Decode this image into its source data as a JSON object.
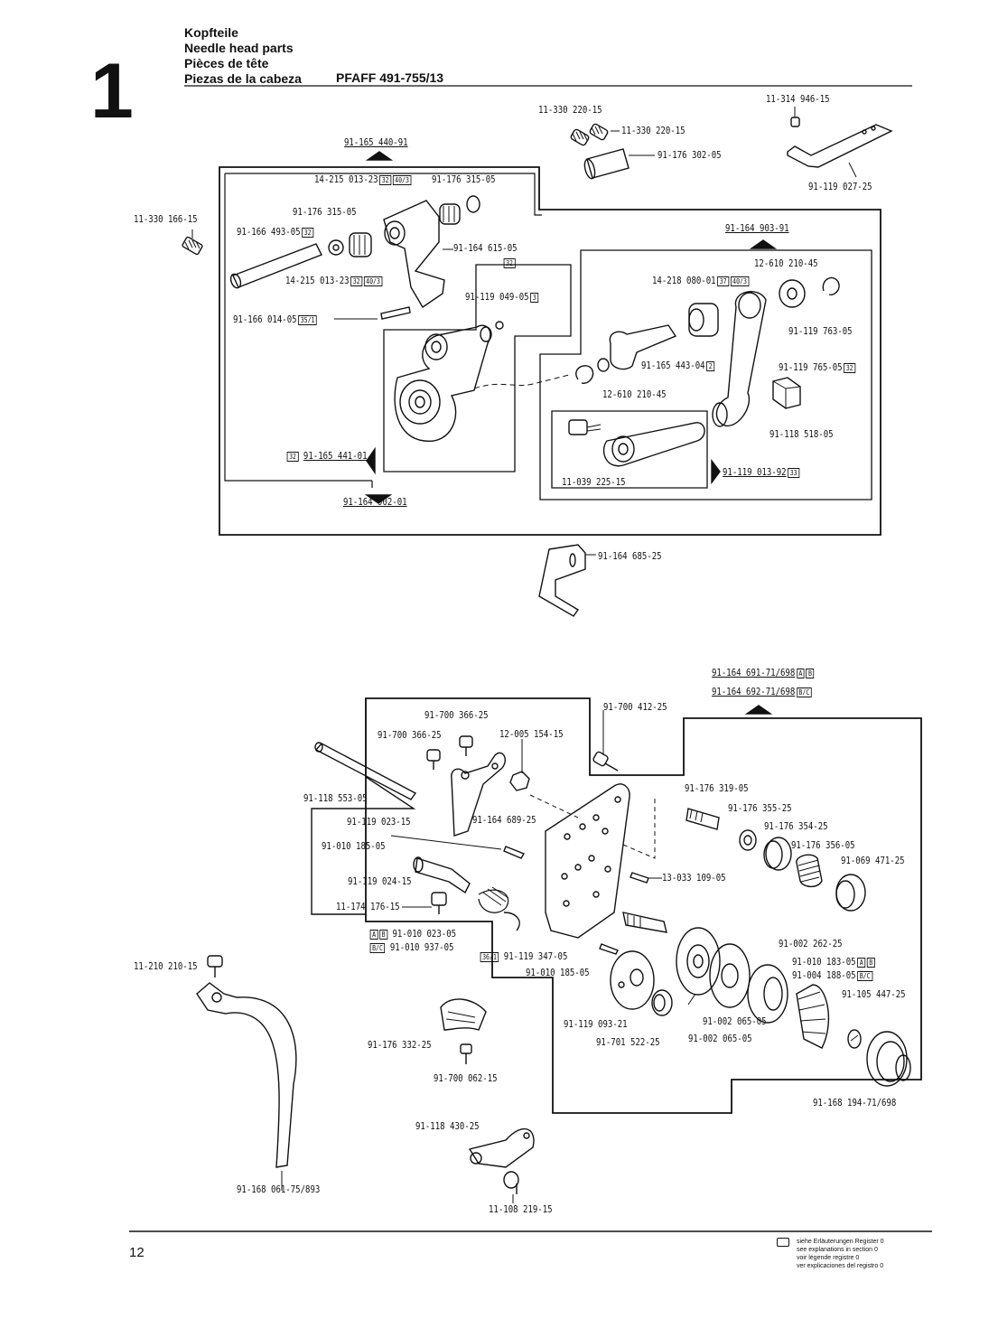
{
  "header": {
    "section_number": "1",
    "title_de": "Kopfteile",
    "title_en": "Needle head parts",
    "title_fr": "Pièces de tête",
    "title_es": "Piezas de la cabeza",
    "model": "PFAFF 491-755/13"
  },
  "top_assembly": {
    "labels": {
      "p_11_330_220_15_a": "11-330 220-15",
      "p_11_330_220_15_b": "11-330 220-15",
      "p_91_176_302_05": "91-176 302-05",
      "p_11_314_946_15": "11-314 946-15",
      "p_91_119_027_25": "91-119 027-25",
      "p_91_165_440_91": "91-165 440-91",
      "p_14_215_013_23_a": "14-215 013-23",
      "p_91_176_315_05_a": "91-176 315-05",
      "p_91_176_315_05_b": "91-176 315-05",
      "p_11_330_166_15": "11-330 166-15",
      "p_91_166_493_05": "91-166 493-05",
      "p_91_164_615_05": "91-164 615-05",
      "p_14_215_013_23_b": "14-215 013-23",
      "p_91_119_049_05": "91-119 049-05",
      "p_91_166_014_05": "91-166 014-05",
      "p_91_164_903_91": "91-164 903-91",
      "p_12_610_210_45_a": "12-610 210-45",
      "p_14_218_080_01": "14-218 080-01",
      "p_91_119_763_05": "91-119 763-05",
      "p_91_165_443_04": "91-165 443-04",
      "p_91_119_765_05": "91-119 765-05",
      "p_12_610_210_45_b": "12-610 210-45",
      "p_91_118_518_05": "91-118 518-05",
      "p_91_165_441_01": "91-165 441-01",
      "p_11_039_225_15": "11-039 225-15",
      "p_91_119_013_92": "91-119 013-92",
      "p_91_164_902_01": "91-164 902-01",
      "p_91_164_685_25": "91-164 685-25"
    },
    "box_tags": {
      "t32": "32",
      "t40_3": "40/3",
      "t35_1": "35/1",
      "t3": "3",
      "t37": "37",
      "t2": "2",
      "t33": "33"
    }
  },
  "bottom_assembly": {
    "labels": {
      "p_91_164_691_71_698": "91-164 691-71/698",
      "p_91_164_692_71_698": "91-164 692-71/698",
      "p_91_700_366_25_a": "91-700 366-25",
      "p_91_700_366_25_b": "91-700 366-25",
      "p_91_700_412_25": "91-700 412-25",
      "p_12_005_154_15": "12-005 154-15",
      "p_91_118_553_05": "91-118 553-05",
      "p_91_119_023_15": "91-119 023-15",
      "p_91_164_689_25": "91-164 689-25",
      "p_91_010_185_05_a": "91-010 185-05",
      "p_91_176_319_05": "91-176 319-05",
      "p_91_176_355_25": "91-176 355-25",
      "p_91_176_354_25": "91-176 354-25",
      "p_91_176_356_05": "91-176 356-05",
      "p_91_069_471_25": "91-069 471-25",
      "p_13_033_109_05": "13-033 109-05",
      "p_91_119_024_15": "91-119 024-15",
      "p_11_174_176_15": "11-174 176-15",
      "p_91_010_023_05": "91-010 023-05",
      "p_91_010_937_05": "91-010 937-05",
      "p_91_119_347_05": "91-119 347-05",
      "p_91_010_185_05_b": "91-010 185-05",
      "p_91_002_262_25": "91-002 262-25",
      "p_91_010_183_05": "91-010 183-05",
      "p_91_004_188_05": "91-004 188-05",
      "p_91_105_447_25": "91-105 447-25",
      "p_11_210_210_15": "11-210 210-15",
      "p_91_119_093_21": "91-119 093-21",
      "p_91_701_522_25": "91-701 522-25",
      "p_91_002_065_05_a": "91-002 065-05",
      "p_91_002_065_05_b": "91-002 065-05",
      "p_91_176_332_25": "91-176 332-25",
      "p_91_700_062_15": "91-700 062-15",
      "p_91_168_194_71_698": "91-168 194-71/698",
      "p_91_118_430_25": "91-118 430-25",
      "p_91_168_061_75_893": "91-168 061-75/893",
      "p_11_108_219_15": "11-108 219-15"
    },
    "box_tags": {
      "tA": "A",
      "tB": "B",
      "tBC": "B/C",
      "t36_1": "36/1"
    }
  },
  "footer": {
    "page_number": "12",
    "note_de": "siehe Erläuterungen Register 0",
    "note_en": "see explanations in section 0",
    "note_fr": "voir légende registre 0",
    "note_es": "ver explicaciones del registro 0"
  }
}
